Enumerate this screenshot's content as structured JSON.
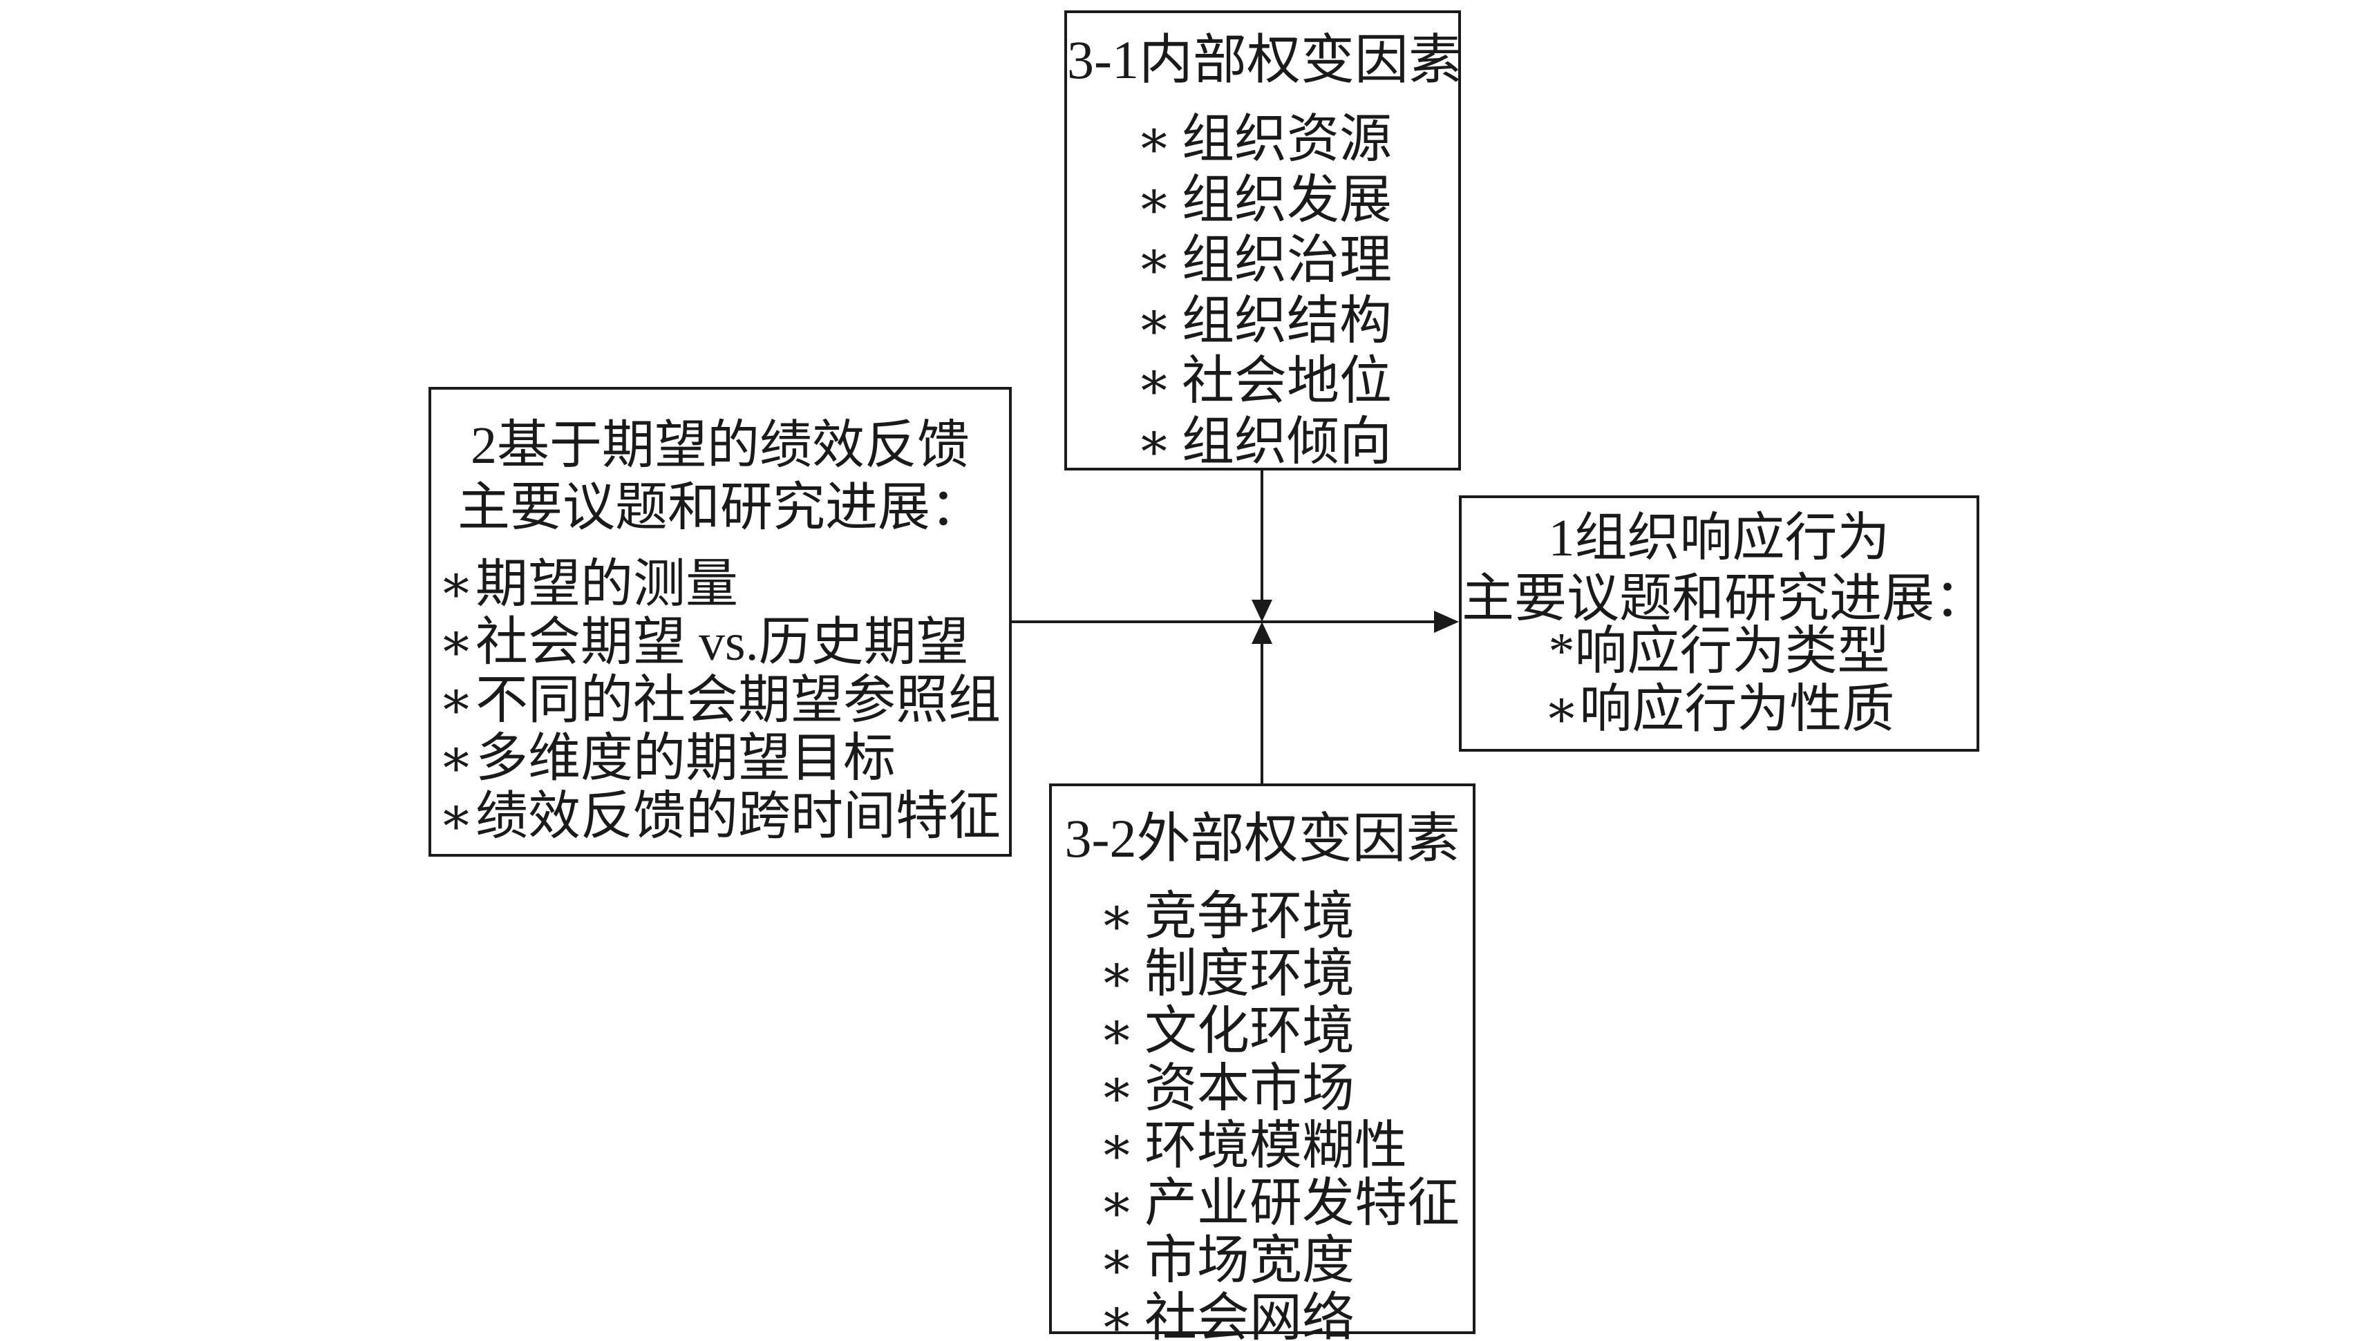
{
  "boxes": {
    "internal": {
      "title": "3-1内部权变因素",
      "star": "∗",
      "items": [
        "组织资源",
        "组织发展",
        "组织治理",
        "组织结构",
        "社会地位",
        "组织倾向"
      ]
    },
    "expectation": {
      "title_line1": "2基于期望的绩效反馈",
      "title_line2": "主要议题和研究进展：",
      "star": "∗",
      "items": [
        "期望的测量",
        "社会期望 vs.历史期望",
        "不同的社会期望参照组",
        "多维度的期望目标",
        "绩效反馈的跨时间特征"
      ]
    },
    "response": {
      "title_line1": "1组织响应行为",
      "title_line2": "主要议题和研究进展：",
      "items": [
        "*响应行为类型",
        "∗响应行为性质"
      ]
    },
    "external": {
      "title": "3-2外部权变因素",
      "star": "∗",
      "items": [
        "竞争环境",
        "制度环境",
        "文化环境",
        "资本市场",
        "环境模糊性",
        "产业研发特征",
        "市场宽度",
        "社会网络"
      ]
    }
  },
  "colors": {
    "line": "#1a1a1a",
    "background": "#ffffff"
  }
}
